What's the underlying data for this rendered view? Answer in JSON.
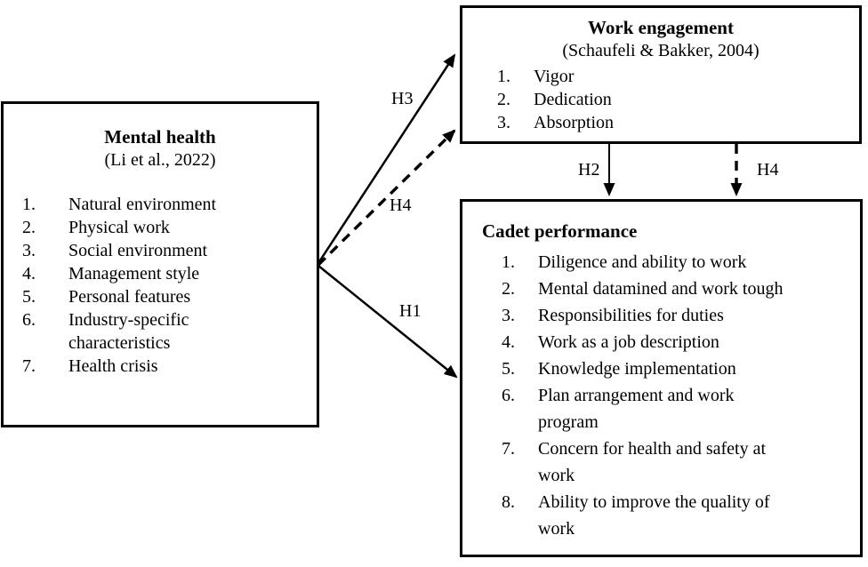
{
  "boxes": {
    "mental_health": {
      "title": "Mental health",
      "subtitle": "(Li et al., 2022)",
      "items": [
        "Natural environment",
        "Physical work",
        "Social environment",
        "Management style",
        "Personal features",
        "Industry-specific characteristics",
        "Health crisis"
      ]
    },
    "work_engagement": {
      "title": "Work engagement",
      "subtitle": "(Schaufeli & Bakker, 2004)",
      "items": [
        "Vigor",
        "Dedication",
        "Absorption"
      ]
    },
    "cadet_performance": {
      "title": "Cadet performance",
      "items": [
        "Diligence and ability to work",
        "Mental datamined and work tough",
        "Responsibilities for duties",
        "Work as a job description",
        "Knowledge implementation",
        "Plan arrangement and work program",
        "Concern for health and safety at work",
        "Ability to improve the quality of work"
      ]
    }
  },
  "arrows": [
    {
      "label": "H3",
      "style": "solid",
      "from": "mental_health",
      "to": "work_engagement"
    },
    {
      "label": "H4",
      "style": "dashed",
      "from": "mental_health",
      "to": "work_engagement"
    },
    {
      "label": "H1",
      "style": "solid",
      "from": "mental_health",
      "to": "cadet_performance"
    },
    {
      "label": "H2",
      "style": "solid",
      "from": "work_engagement",
      "to": "cadet_performance"
    },
    {
      "label": "H4",
      "style": "dashed",
      "from": "work_engagement",
      "to": "cadet_performance"
    }
  ],
  "colors": {
    "line": "#000000",
    "background": "#ffffff",
    "text": "#000000"
  }
}
